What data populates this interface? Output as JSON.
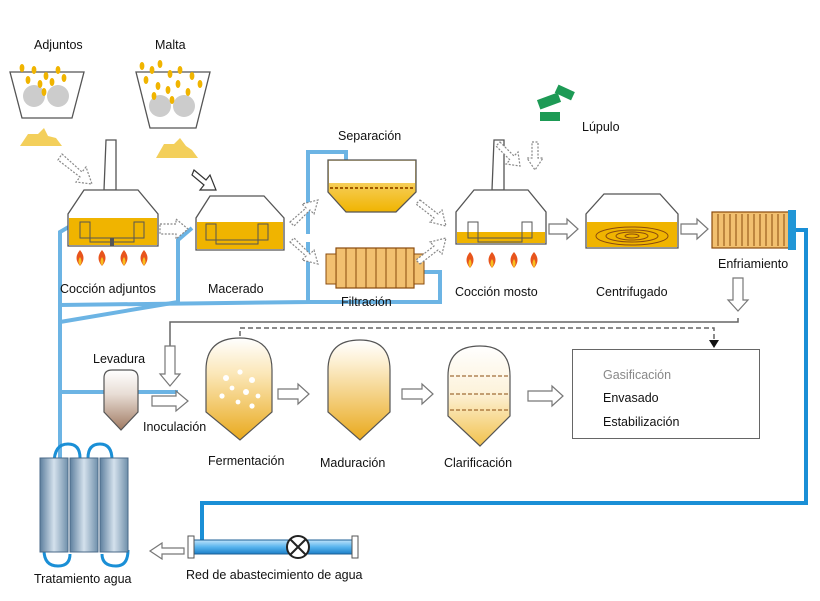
{
  "labels": {
    "adjuntos": "Adjuntos",
    "malta": "Malta",
    "separacion": "Separación",
    "lupulo": "Lúpulo",
    "coccion_adjuntos": "Cocción adjuntos",
    "macerado": "Macerado",
    "filtracion": "Filtración",
    "coccion_mosto": "Cocción mosto",
    "centrifugado": "Centrifugado",
    "enfriamiento": "Enfriamiento",
    "levadura": "Levadura",
    "inoculacion": "Inoculación",
    "fermentacion": "Fermentación",
    "maduracion": "Maduración",
    "clarificacion": "Clarificación",
    "tratamiento_agua": "Tratamiento agua",
    "red_abastecimiento": "Red de abastecimiento de agua"
  },
  "output_box": {
    "gasificacion": "Gasificación",
    "envasado": "Envasado",
    "estabilizacion": "Estabilización"
  },
  "colors": {
    "water_pipe": "#6cb4e4",
    "supply_pipe": "#1a8fd6",
    "malt": "#f0b400",
    "grain_pile": "#f3cf5b",
    "flame_outer": "#e8541c",
    "flame_inner": "#f6c020",
    "hops": "#1d9a55",
    "tank_fill": "#f0b400",
    "yeast": "#a07a62",
    "muted_text": "#888888"
  }
}
